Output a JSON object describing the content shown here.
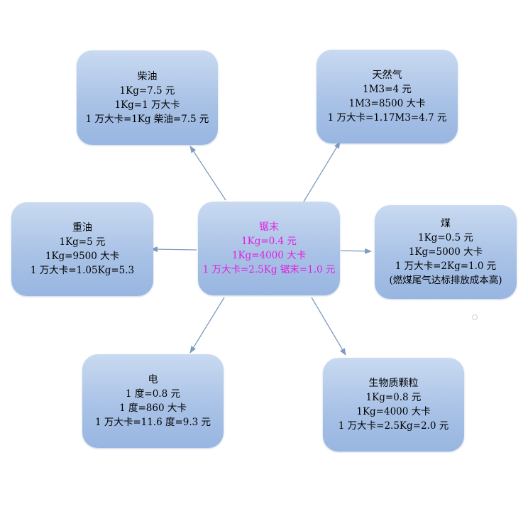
{
  "center": {
    "title": "锯末",
    "lines": [
      "1Kg=0.4 元",
      "1Kg=4000 大卡",
      "1 万大卡=2.5Kg 锯末=1.0 元"
    ]
  },
  "diesel": {
    "title": "柴油",
    "lines": [
      "1Kg=7.5 元",
      "1Kg=1 万大卡",
      "1 万大卡=1Kg 柴油=7.5 元"
    ]
  },
  "natural_gas": {
    "title": "天然气",
    "lines": [
      "1M3=4 元",
      "1M3=8500 大卡",
      "1 万大卡=1.17M3=4.7 元"
    ]
  },
  "heavy_oil": {
    "title": "重油",
    "lines": [
      "1Kg=5 元",
      "1Kg=9500 大卡",
      "1 万大卡=1.05Kg=5.3"
    ]
  },
  "coal": {
    "title": "煤",
    "lines": [
      "1Kg=0.5 元",
      "1Kg=5000 大卡",
      "1 万大卡=2Kg=1.0 元",
      "(燃煤尾气达标排放成本高)"
    ]
  },
  "electricity": {
    "title": "电",
    "lines": [
      "1 度=0.8 元",
      "1 度=860 大卡",
      "1 万大卡=11.6 度=9.3 元"
    ]
  },
  "biomass": {
    "title": "生物质颗粒",
    "lines": [
      "1Kg=0.8 元",
      "1Kg=4000 大卡",
      "1 万大卡=2.5Kg=2.0 元"
    ]
  },
  "colors": {
    "node_fill": "#a9c2e6",
    "center_text": "#e020e0",
    "arrow": "#7f9cc0"
  }
}
